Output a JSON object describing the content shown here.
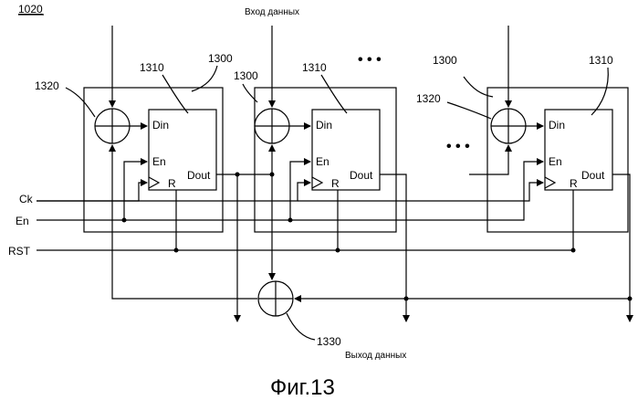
{
  "diagram_ref": "1020",
  "input_label": "Вход данных",
  "output_label": "Выход данных",
  "figure_caption": "Фиг.13",
  "ref_labels": {
    "unit": "1300",
    "register": "1310",
    "input_adder": "1320",
    "output_adder": "1330"
  },
  "pin_labels": {
    "din": "Din",
    "en": "En",
    "dout": "Dout",
    "r": "R"
  },
  "signal_labels": {
    "ck": "Ck",
    "en": "En",
    "rst": "RST"
  },
  "ellipsis": "• • •"
}
